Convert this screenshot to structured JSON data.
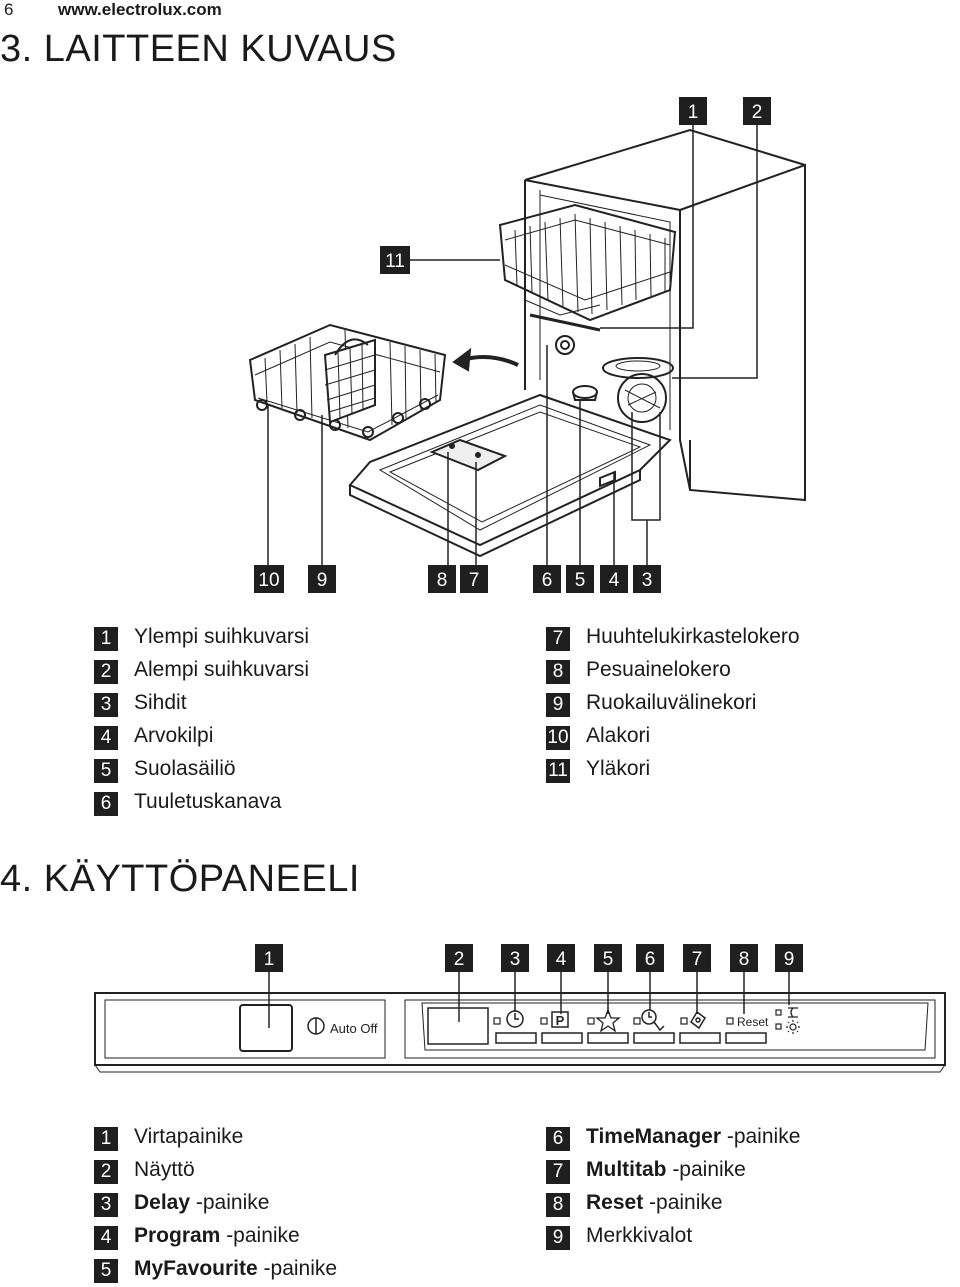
{
  "header": {
    "page_number": "6",
    "website": "www.electrolux.com"
  },
  "section3": {
    "title": "3. LAITTEEN KUVAUS",
    "callouts": [
      "1",
      "2",
      "11",
      "10",
      "9",
      "8",
      "7",
      "6",
      "5",
      "4",
      "3"
    ],
    "legend_left": [
      {
        "num": "1",
        "text": "Ylempi suihkuvarsi"
      },
      {
        "num": "2",
        "text": "Alempi suihkuvarsi"
      },
      {
        "num": "3",
        "text": "Sihdit"
      },
      {
        "num": "4",
        "text": "Arvokilpi"
      },
      {
        "num": "5",
        "text": "Suolasäiliö"
      },
      {
        "num": "6",
        "text": "Tuuletuskanava"
      }
    ],
    "legend_right": [
      {
        "num": "7",
        "text": "Huuhtelukirkastelokero"
      },
      {
        "num": "8",
        "text": "Pesuainelokero"
      },
      {
        "num": "9",
        "text": "Ruokailuvälinekori"
      },
      {
        "num": "10",
        "text": "Alakori"
      },
      {
        "num": "11",
        "text": "Yläkori"
      }
    ]
  },
  "section4": {
    "title": "4. KÄYTTÖPANEELI",
    "callouts": [
      "1",
      "2",
      "3",
      "4",
      "5",
      "6",
      "7",
      "8",
      "9"
    ],
    "panel": {
      "auto_off_label": "Auto Off",
      "reset_label": "Reset"
    },
    "legend_left": [
      {
        "num": "1",
        "bold": "",
        "text": "Virtapainike"
      },
      {
        "num": "2",
        "bold": "",
        "text": "Näyttö"
      },
      {
        "num": "3",
        "bold": "Delay",
        "text": " -painike"
      },
      {
        "num": "4",
        "bold": "Program",
        "text": " -painike"
      },
      {
        "num": "5",
        "bold": "MyFavourite",
        "text": " -painike"
      }
    ],
    "legend_right": [
      {
        "num": "6",
        "bold": "TimeManager",
        "text": " -painike"
      },
      {
        "num": "7",
        "bold": "Multitab",
        "text": " -painike"
      },
      {
        "num": "8",
        "bold": "Reset",
        "text": " -painike"
      },
      {
        "num": "9",
        "bold": "",
        "text": "Merkkivalot"
      }
    ]
  }
}
